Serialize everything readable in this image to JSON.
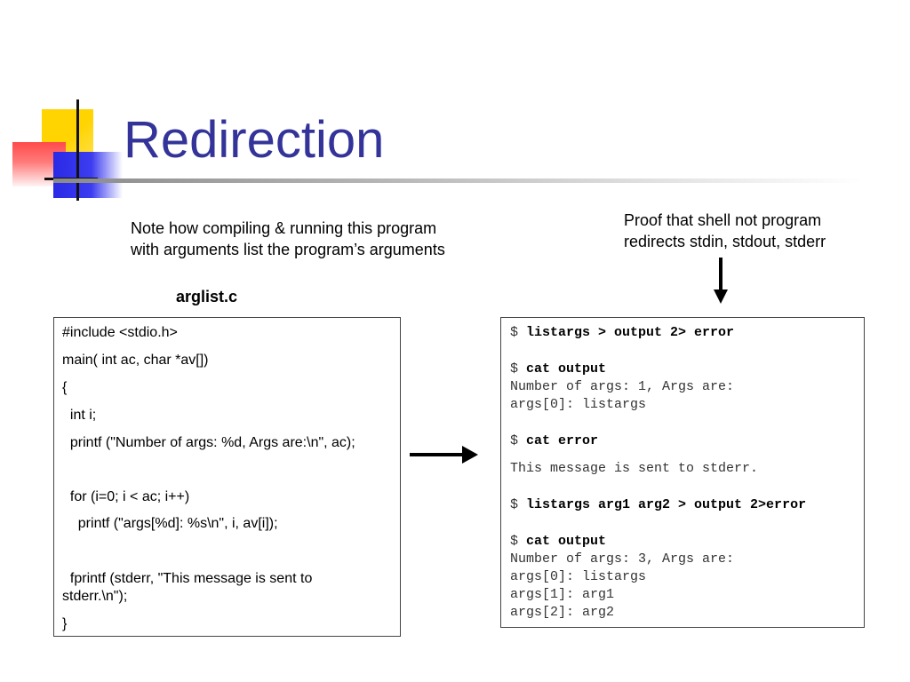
{
  "slide": {
    "title": "Redirection",
    "note_lines": [
      "Note how compiling & running this program",
      "with arguments list the program’s arguments"
    ],
    "proof_lines": [
      "Proof that shell not program",
      "redirects stdin, stdout, stderr"
    ],
    "code_label": "arglist.c",
    "code_lines": [
      "#include <stdio.h>",
      "main( int ac, char *av[])",
      "{",
      "  int i;",
      "  printf (\"Number of args: %d, Args are:\\n\", ac);",
      "  for (i=0; i < ac; i++)",
      "    printf (\"args[%d]: %s\\n\", i, av[i]);",
      "  fprintf (stderr, \"This message is sent to",
      "stderr.\\n\");",
      "}"
    ],
    "terminal": {
      "prompt": "$ ",
      "cmd1": "listargs > output 2> error",
      "cmd2": "cat output",
      "out2_1": "Number of args: 1, Args are:",
      "out2_2": "args[0]: listargs",
      "cmd3": "cat error",
      "out3_1": "This message is sent to stderr.",
      "cmd4": "listargs arg1 arg2 > output 2>error",
      "cmd5": "cat output",
      "out5_1": "Number of args: 3, Args are:",
      "out5_2": "args[0]: listargs",
      "out5_3": "args[1]: arg1",
      "out5_4": "args[2]: arg2"
    }
  }
}
